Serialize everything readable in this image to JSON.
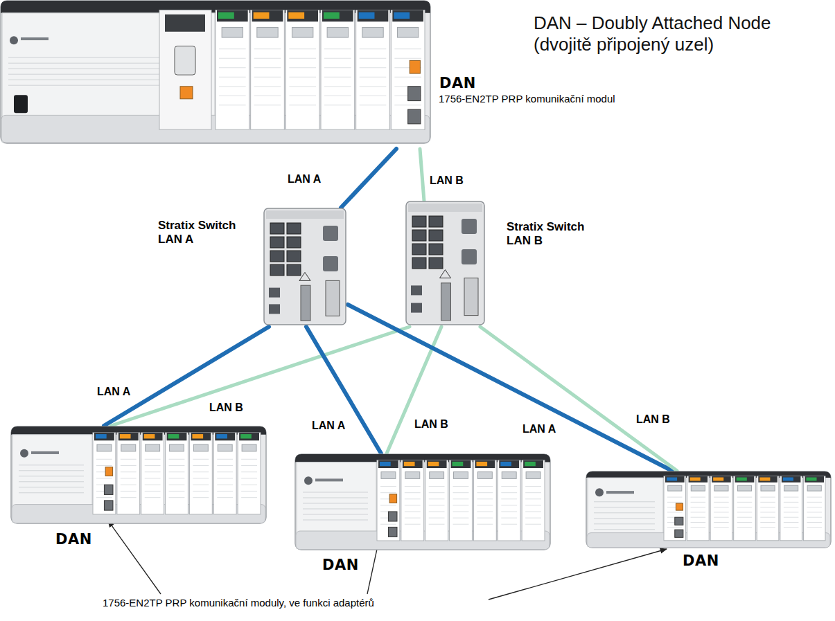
{
  "diagram": {
    "title": "DAN – Doubly Attached Node (dvojitě připojený uzel)",
    "nodes": [
      {
        "text": [
          "DAN"
        ]
      },
      {
        "text": [
          "Stratix Switch LAN A"
        ]
      },
      {
        "text": [
          "Stratix Switch LAN B"
        ]
      },
      {
        "text": [
          "DAN"
        ]
      },
      {
        "text": [
          "DAN"
        ]
      },
      {
        "text": [
          "DAN"
        ]
      }
    ],
    "edges": [
      {
        "from": 0,
        "to": 1,
        "arrow": "none",
        "label": "LAN A"
      },
      {
        "from": 0,
        "to": 2,
        "arrow": "none",
        "label": "LAN B"
      },
      {
        "from": 1,
        "to": 3,
        "arrow": "none",
        "label": "LAN A"
      },
      {
        "from": 2,
        "to": 3,
        "arrow": "none",
        "label": "LAN B"
      },
      {
        "from": 1,
        "to": 4,
        "arrow": "none",
        "label": "LAN A"
      },
      {
        "from": 2,
        "to": 4,
        "arrow": "none",
        "label": "LAN B"
      },
      {
        "from": 1,
        "to": 5,
        "arrow": "none",
        "label": "LAN A"
      },
      {
        "from": 2,
        "to": 5,
        "arrow": "none",
        "label": "LAN B"
      }
    ],
    "labels": [
      "1756-EN2TP PRP komunikační modul",
      "1756-EN2TP PRP komunikační moduly, ve funkci adaptérů"
    ]
  }
}
